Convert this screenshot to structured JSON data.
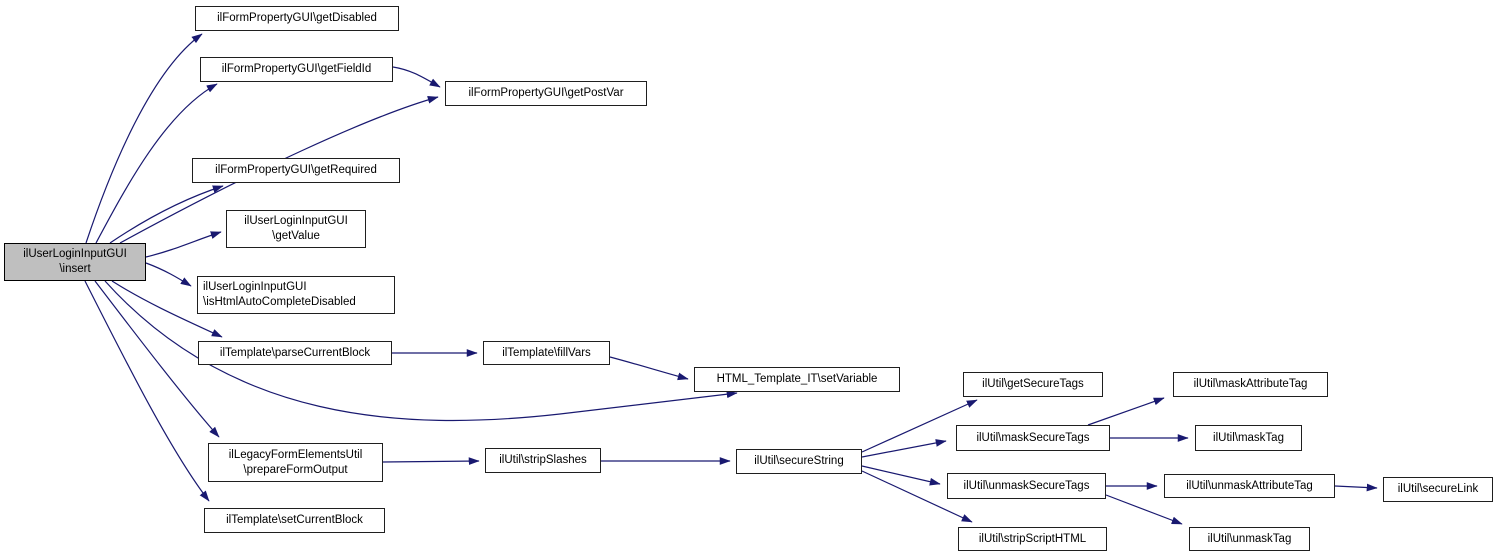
{
  "diagram": {
    "type": "call-graph",
    "root": "ilUserLoginInputGUI\\insert",
    "colors": {
      "edge": "#191970",
      "node_fill": "#ffffff",
      "node_border": "#1f1f1f",
      "highlight_fill": "#bfbfbf",
      "background": "#ffffff"
    },
    "nodes": {
      "insert": {
        "line1": "ilUserLoginInputGUI",
        "line2": "\\insert",
        "highlighted": true
      },
      "getDisabled": {
        "line1": "ilFormPropertyGUI\\getDisabled"
      },
      "getFieldId": {
        "line1": "ilFormPropertyGUI\\getFieldId"
      },
      "getPostVar": {
        "line1": "ilFormPropertyGUI\\getPostVar"
      },
      "getRequired": {
        "line1": "ilFormPropertyGUI\\getRequired"
      },
      "getValue": {
        "line1": "ilUserLoginInputGUI",
        "line2": "\\getValue"
      },
      "isHtmlAutoCompleteDisabled": {
        "line1": "ilUserLoginInputGUI",
        "line2": "\\isHtmlAutoCompleteDisabled"
      },
      "parseCurrentBlock": {
        "line1": "ilTemplate\\parseCurrentBlock"
      },
      "fillVars": {
        "line1": "ilTemplate\\fillVars"
      },
      "setVariable": {
        "line1": "HTML_Template_IT\\setVariable"
      },
      "prepareFormOutput": {
        "line1": "ilLegacyFormElementsUtil",
        "line2": "\\prepareFormOutput"
      },
      "stripSlashes": {
        "line1": "ilUtil\\stripSlashes"
      },
      "setCurrentBlock": {
        "line1": "ilTemplate\\setCurrentBlock"
      },
      "secureString": {
        "line1": "ilUtil\\secureString"
      },
      "getSecureTags": {
        "line1": "ilUtil\\getSecureTags"
      },
      "maskSecureTags": {
        "line1": "ilUtil\\maskSecureTags"
      },
      "unmaskSecureTags": {
        "line1": "ilUtil\\unmaskSecureTags"
      },
      "stripScriptHTML": {
        "line1": "ilUtil\\stripScriptHTML"
      },
      "maskAttributeTag": {
        "line1": "ilUtil\\maskAttributeTag"
      },
      "maskTag": {
        "line1": "ilUtil\\maskTag"
      },
      "unmaskAttributeTag": {
        "line1": "ilUtil\\unmaskAttributeTag"
      },
      "unmaskTag": {
        "line1": "ilUtil\\unmaskTag"
      },
      "secureLink": {
        "line1": "ilUtil\\secureLink"
      }
    },
    "edges": [
      {
        "from": "insert",
        "to": "getDisabled"
      },
      {
        "from": "insert",
        "to": "getFieldId"
      },
      {
        "from": "insert",
        "to": "getPostVar"
      },
      {
        "from": "getFieldId",
        "to": "getPostVar"
      },
      {
        "from": "insert",
        "to": "getRequired"
      },
      {
        "from": "insert",
        "to": "getValue"
      },
      {
        "from": "insert",
        "to": "isHtmlAutoCompleteDisabled"
      },
      {
        "from": "insert",
        "to": "parseCurrentBlock"
      },
      {
        "from": "insert",
        "to": "setVariable"
      },
      {
        "from": "insert",
        "to": "prepareFormOutput"
      },
      {
        "from": "insert",
        "to": "setCurrentBlock"
      },
      {
        "from": "parseCurrentBlock",
        "to": "fillVars"
      },
      {
        "from": "fillVars",
        "to": "setVariable"
      },
      {
        "from": "prepareFormOutput",
        "to": "stripSlashes"
      },
      {
        "from": "stripSlashes",
        "to": "secureString"
      },
      {
        "from": "secureString",
        "to": "getSecureTags"
      },
      {
        "from": "secureString",
        "to": "maskSecureTags"
      },
      {
        "from": "secureString",
        "to": "unmaskSecureTags"
      },
      {
        "from": "secureString",
        "to": "stripScriptHTML"
      },
      {
        "from": "maskSecureTags",
        "to": "maskAttributeTag"
      },
      {
        "from": "maskSecureTags",
        "to": "maskTag"
      },
      {
        "from": "unmaskSecureTags",
        "to": "unmaskAttributeTag"
      },
      {
        "from": "unmaskSecureTags",
        "to": "unmaskTag"
      },
      {
        "from": "unmaskAttributeTag",
        "to": "secureLink"
      }
    ]
  }
}
